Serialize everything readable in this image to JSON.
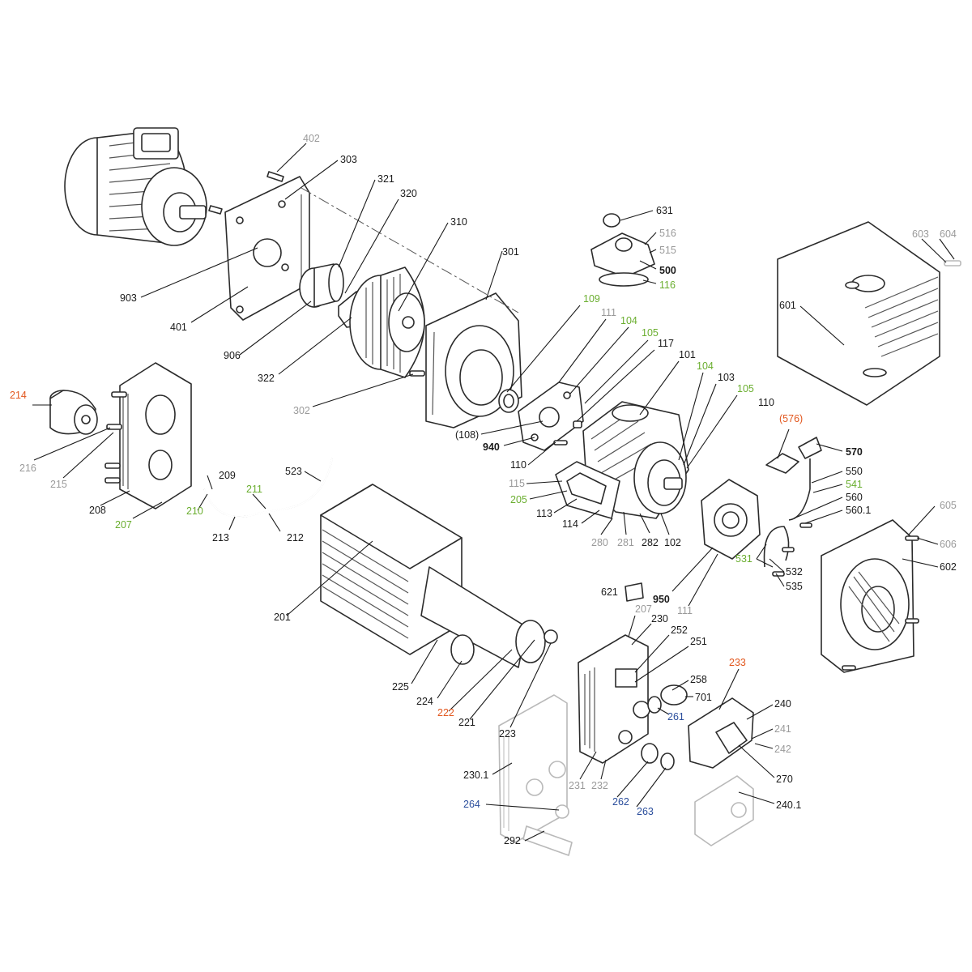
{
  "labels": [
    {
      "id": "402",
      "text": "402",
      "color": "grey"
    },
    {
      "id": "303",
      "text": "303",
      "color": "black"
    },
    {
      "id": "321",
      "text": "321",
      "color": "black"
    },
    {
      "id": "320",
      "text": "320",
      "color": "black"
    },
    {
      "id": "310",
      "text": "310",
      "color": "black"
    },
    {
      "id": "301",
      "text": "301",
      "color": "black"
    },
    {
      "id": "903",
      "text": "903",
      "color": "black"
    },
    {
      "id": "401",
      "text": "401",
      "color": "black"
    },
    {
      "id": "906",
      "text": "906",
      "color": "black"
    },
    {
      "id": "322",
      "text": "322",
      "color": "black"
    },
    {
      "id": "631",
      "text": "631",
      "color": "black"
    },
    {
      "id": "516",
      "text": "516",
      "color": "grey"
    },
    {
      "id": "515",
      "text": "515",
      "color": "grey"
    },
    {
      "id": "500",
      "text": "500",
      "color": "black",
      "bold": true
    },
    {
      "id": "116",
      "text": "116",
      "color": "green"
    },
    {
      "id": "603",
      "text": "603",
      "color": "grey"
    },
    {
      "id": "604",
      "text": "604",
      "color": "grey"
    },
    {
      "id": "601",
      "text": "601",
      "color": "black"
    },
    {
      "id": "109",
      "text": "109",
      "color": "green"
    },
    {
      "id": "111a",
      "text": "111",
      "color": "grey"
    },
    {
      "id": "104a",
      "text": "104",
      "color": "green"
    },
    {
      "id": "105a",
      "text": "105",
      "color": "green"
    },
    {
      "id": "117",
      "text": "117",
      "color": "black"
    },
    {
      "id": "101",
      "text": "101",
      "color": "black"
    },
    {
      "id": "104b",
      "text": "104",
      "color": "green"
    },
    {
      "id": "103",
      "text": "103",
      "color": "black"
    },
    {
      "id": "105b",
      "text": "105",
      "color": "green"
    },
    {
      "id": "110a",
      "text": "110",
      "color": "black"
    },
    {
      "id": "214",
      "text": "214",
      "color": "orange"
    },
    {
      "id": "216",
      "text": "216",
      "color": "grey"
    },
    {
      "id": "215",
      "text": "215",
      "color": "grey"
    },
    {
      "id": "208",
      "text": "208",
      "color": "black"
    },
    {
      "id": "207a",
      "text": "207",
      "color": "green"
    },
    {
      "id": "302",
      "text": "302",
      "color": "grey"
    },
    {
      "id": "108",
      "text": "(108)",
      "color": "black"
    },
    {
      "id": "940",
      "text": "940",
      "color": "black",
      "bold": true
    },
    {
      "id": "110b",
      "text": "110",
      "color": "black"
    },
    {
      "id": "576",
      "text": "(576)",
      "color": "orange"
    },
    {
      "id": "570",
      "text": "570",
      "color": "black",
      "bold": true
    },
    {
      "id": "550",
      "text": "550",
      "color": "black"
    },
    {
      "id": "541",
      "text": "541",
      "color": "green"
    },
    {
      "id": "560",
      "text": "560",
      "color": "black"
    },
    {
      "id": "560_1",
      "text": "560.1",
      "color": "black"
    },
    {
      "id": "209",
      "text": "209",
      "color": "black"
    },
    {
      "id": "523",
      "text": "523",
      "color": "black"
    },
    {
      "id": "211",
      "text": "211",
      "color": "green"
    },
    {
      "id": "210",
      "text": "210",
      "color": "green"
    },
    {
      "id": "213",
      "text": "213",
      "color": "black"
    },
    {
      "id": "212",
      "text": "212",
      "color": "black"
    },
    {
      "id": "115",
      "text": "115",
      "color": "grey"
    },
    {
      "id": "205",
      "text": "205",
      "color": "green"
    },
    {
      "id": "113",
      "text": "113",
      "color": "black"
    },
    {
      "id": "114",
      "text": "114",
      "color": "black"
    },
    {
      "id": "280",
      "text": "280",
      "color": "grey"
    },
    {
      "id": "281",
      "text": "281",
      "color": "grey"
    },
    {
      "id": "282",
      "text": "282",
      "color": "black"
    },
    {
      "id": "102",
      "text": "102",
      "color": "black"
    },
    {
      "id": "605",
      "text": "605",
      "color": "grey"
    },
    {
      "id": "606",
      "text": "606",
      "color": "grey"
    },
    {
      "id": "602",
      "text": "602",
      "color": "black"
    },
    {
      "id": "531",
      "text": "531",
      "color": "green"
    },
    {
      "id": "532",
      "text": "532",
      "color": "black"
    },
    {
      "id": "535",
      "text": "535",
      "color": "black"
    },
    {
      "id": "950",
      "text": "950",
      "color": "black",
      "bold": true
    },
    {
      "id": "111b",
      "text": "111",
      "color": "grey"
    },
    {
      "id": "621",
      "text": "621",
      "color": "black"
    },
    {
      "id": "201",
      "text": "201",
      "color": "black"
    },
    {
      "id": "207b",
      "text": "207",
      "color": "grey"
    },
    {
      "id": "230",
      "text": "230",
      "color": "black"
    },
    {
      "id": "252",
      "text": "252",
      "color": "black"
    },
    {
      "id": "251",
      "text": "251",
      "color": "black"
    },
    {
      "id": "258",
      "text": "258",
      "color": "black"
    },
    {
      "id": "701",
      "text": "701",
      "color": "black"
    },
    {
      "id": "261",
      "text": "261",
      "color": "blue"
    },
    {
      "id": "233",
      "text": "233",
      "color": "orange"
    },
    {
      "id": "240",
      "text": "240",
      "color": "black"
    },
    {
      "id": "241",
      "text": "241",
      "color": "grey"
    },
    {
      "id": "242",
      "text": "242",
      "color": "grey"
    },
    {
      "id": "270",
      "text": "270",
      "color": "black"
    },
    {
      "id": "225",
      "text": "225",
      "color": "black"
    },
    {
      "id": "224",
      "text": "224",
      "color": "black"
    },
    {
      "id": "222",
      "text": "222",
      "color": "orange"
    },
    {
      "id": "221",
      "text": "221",
      "color": "black"
    },
    {
      "id": "223",
      "text": "223",
      "color": "black"
    },
    {
      "id": "230_1",
      "text": "230.1",
      "color": "black"
    },
    {
      "id": "231",
      "text": "231",
      "color": "grey"
    },
    {
      "id": "232",
      "text": "232",
      "color": "grey"
    },
    {
      "id": "262",
      "text": "262",
      "color": "blue"
    },
    {
      "id": "263",
      "text": "263",
      "color": "blue"
    },
    {
      "id": "264",
      "text": "264",
      "color": "blue"
    },
    {
      "id": "292",
      "text": "292",
      "color": "black"
    },
    {
      "id": "240_1",
      "text": "240.1",
      "color": "black"
    }
  ]
}
